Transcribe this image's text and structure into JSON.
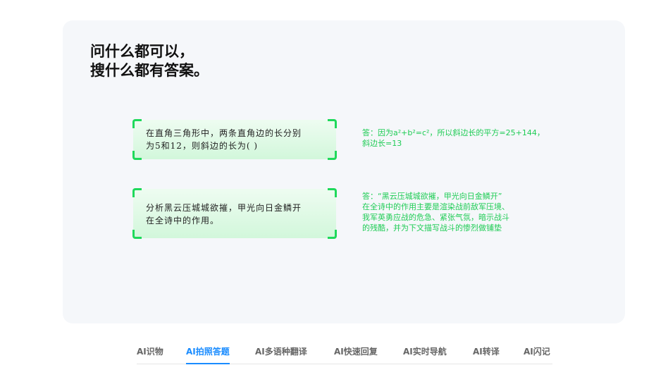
{
  "headline": {
    "line1": "问什么都可以，",
    "line2": "搜什么都有答案。"
  },
  "examples": [
    {
      "question_lines": [
        "在直角三角形中，两条直角边的长分别",
        "为5和12，则斜边的长为(      )"
      ],
      "answer_lines": [
        "答：因为a²+b²=c²，所以斜边长的平方=25+144，",
        "斜边长=13"
      ]
    },
    {
      "question_lines": [
        "分析黑云压城城欲摧，甲光向日金鳞开",
        "在全诗中的作用。"
      ],
      "answer_lines": [
        "答：“黑云压城城欲摧，甲光向日金鳞开”",
        "在全诗中的作用主要是渲染战前敌军压境、",
        "我军英勇应战的危急、紧张气氛，暗示战斗",
        "的残酷，并为下文描写战斗的惨烈做铺垫"
      ]
    }
  ],
  "tabs": [
    {
      "label": "AI识物",
      "active": false
    },
    {
      "label": "AI拍照答题",
      "active": true
    },
    {
      "label": "AI多语种翻译",
      "active": false
    },
    {
      "label": "AI快速回复",
      "active": false
    },
    {
      "label": "AI实时导航",
      "active": false
    },
    {
      "label": "AI转译",
      "active": false
    },
    {
      "label": "AI闪记",
      "active": false
    }
  ],
  "colors": {
    "accent_blue": "#1a8cff",
    "answer_green": "#1fcc55",
    "frame_green": "#1fd95b",
    "card_bg": "#f5f7fa"
  }
}
